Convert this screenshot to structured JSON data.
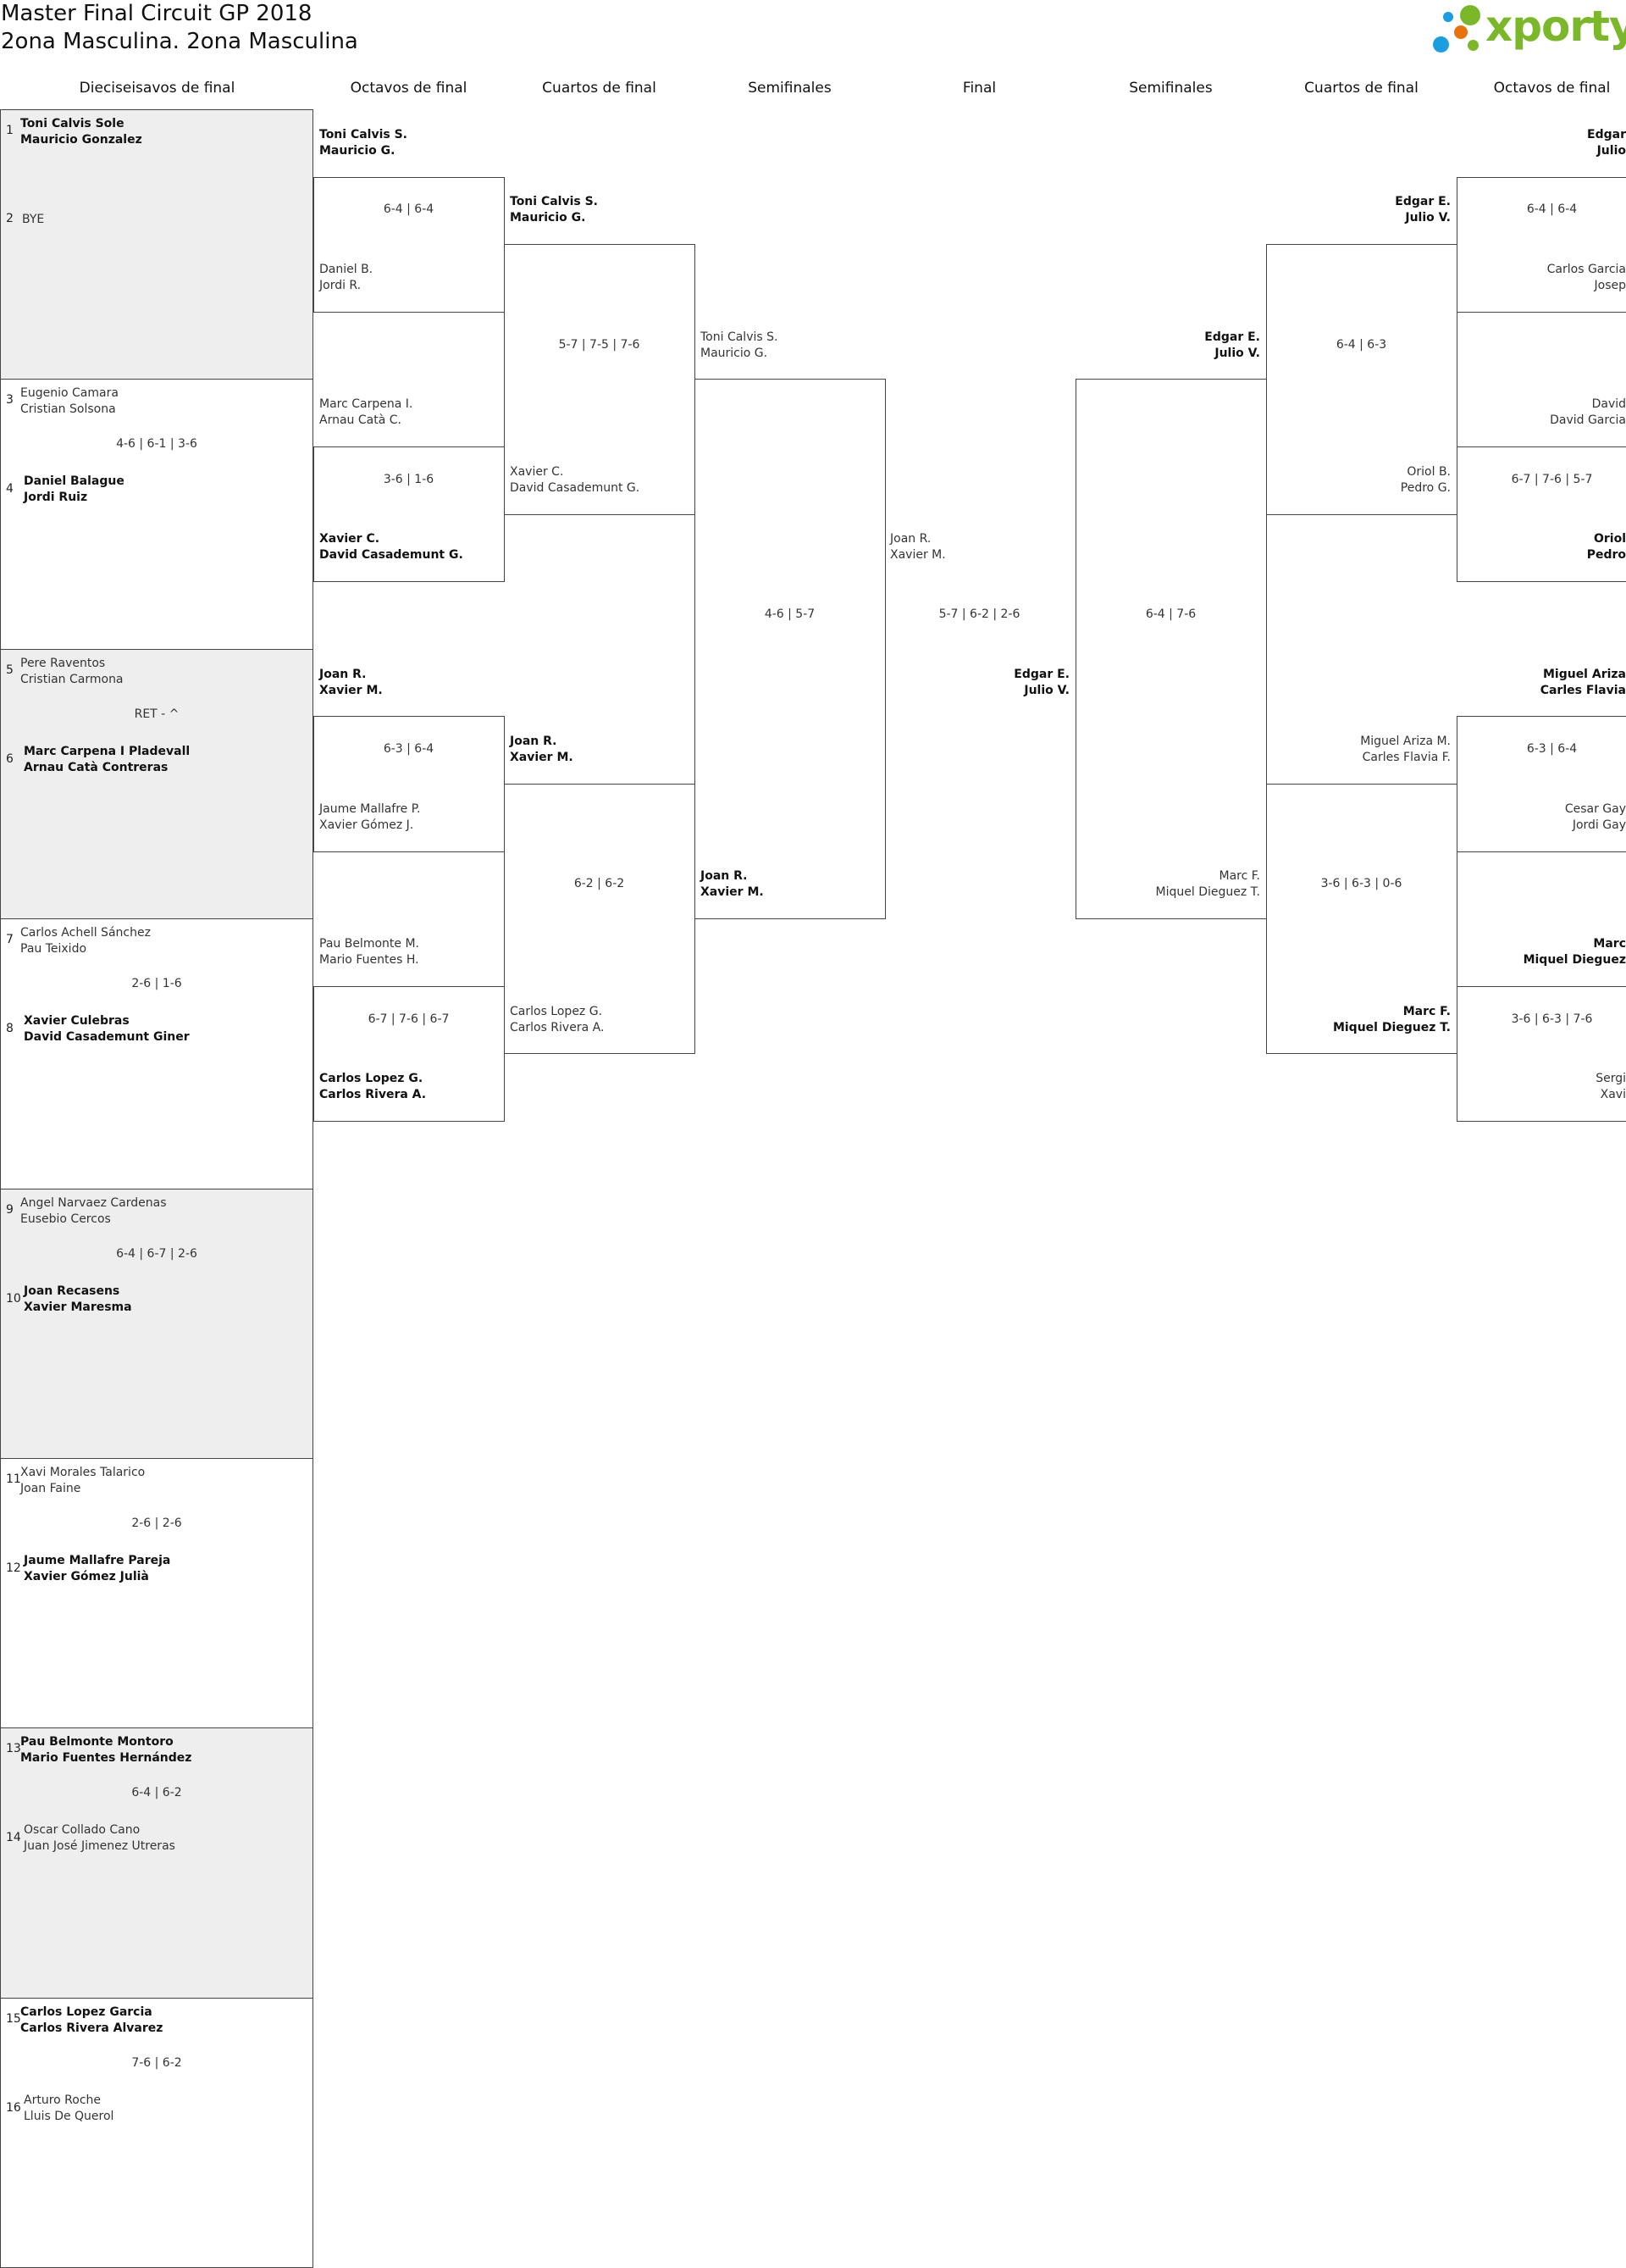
{
  "header": {
    "title": "Master Final Circuit GP 2018",
    "subtitle": "2ona Masculina. 2ona Masculina",
    "logo_text": "xporty",
    "logo_colors": {
      "green": "#7ab829",
      "blue": "#1a9ee0",
      "orange": "#e8720c"
    }
  },
  "columns": [
    "Dieciseisavos de final",
    "Octavos de final",
    "Cuartos de final",
    "Semifinales",
    "Final",
    "Semifinales",
    "Cuartos de final",
    "Octavos de final"
  ],
  "r32": [
    {
      "top": {
        "seed": "1",
        "names": [
          "Toni Calvis Sole",
          "Mauricio Gonzalez"
        ],
        "bold": true
      },
      "bottom": {
        "seed": "2",
        "names": [
          "BYE"
        ],
        "bold": false
      },
      "score": ""
    },
    {
      "top": {
        "seed": "3",
        "names": [
          "Eugenio Camara",
          "Cristian Solsona"
        ],
        "bold": false
      },
      "bottom": {
        "seed": "4",
        "names": [
          "Daniel Balague",
          "Jordi Ruiz"
        ],
        "bold": true
      },
      "score": "4-6 | 6-1 | 3-6"
    },
    {
      "top": {
        "seed": "5",
        "names": [
          "Pere Raventos",
          "Cristian Carmona"
        ],
        "bold": false
      },
      "bottom": {
        "seed": "6",
        "names": [
          "Marc Carpena I Pladevall",
          "Arnau Catà Contreras"
        ],
        "bold": true
      },
      "score": "RET - ^"
    },
    {
      "top": {
        "seed": "7",
        "names": [
          "Carlos Achell Sánchez",
          "Pau Teixido"
        ],
        "bold": false
      },
      "bottom": {
        "seed": "8",
        "names": [
          "Xavier Culebras",
          "David Casademunt Giner"
        ],
        "bold": true
      },
      "score": "2-6 | 1-6"
    },
    {
      "top": {
        "seed": "9",
        "names": [
          "Angel Narvaez Cardenas",
          "Eusebio Cercos"
        ],
        "bold": false
      },
      "bottom": {
        "seed": "10",
        "names": [
          "Joan Recasens",
          "Xavier Maresma"
        ],
        "bold": true
      },
      "score": "6-4 | 6-7 | 2-6"
    },
    {
      "top": {
        "seed": "11",
        "names": [
          "Xavi Morales Talarico",
          "Joan Faine"
        ],
        "bold": false
      },
      "bottom": {
        "seed": "12",
        "names": [
          "Jaume Mallafre Pareja",
          "Xavier Gómez Julià"
        ],
        "bold": true
      },
      "score": "2-6 | 2-6"
    },
    {
      "top": {
        "seed": "13",
        "names": [
          "Pau Belmonte Montoro",
          "Mario Fuentes Hernández"
        ],
        "bold": true
      },
      "bottom": {
        "seed": "14",
        "names": [
          "Oscar Collado Cano",
          "Juan José Jimenez Utreras"
        ],
        "bold": false
      },
      "score": "6-4 | 6-2"
    },
    {
      "top": {
        "seed": "15",
        "names": [
          "Carlos Lopez Garcia",
          "Carlos Rivera Alvarez"
        ],
        "bold": true
      },
      "bottom": {
        "seed": "16",
        "names": [
          "Arturo Roche",
          "Lluis De Querol"
        ],
        "bold": false
      },
      "score": "7-6 | 6-2"
    }
  ],
  "r16_left": [
    {
      "top": {
        "names": [
          "Toni Calvis S.",
          "Mauricio G."
        ],
        "bold": true
      },
      "score": "6-4 | 6-4",
      "bottom": {
        "names": [
          "Daniel B.",
          "Jordi R."
        ],
        "bold": false
      }
    },
    {
      "top": {
        "names": [
          "Marc Carpena I.",
          "Arnau Catà C."
        ],
        "bold": false
      },
      "score": "3-6 | 1-6",
      "bottom": {
        "names": [
          "Xavier C.",
          "David Casademunt G."
        ],
        "bold": true
      }
    },
    {
      "top": {
        "names": [
          "Joan R.",
          "Xavier M."
        ],
        "bold": true
      },
      "score": "6-3 | 6-4",
      "bottom": {
        "names": [
          "Jaume Mallafre P.",
          "Xavier Gómez J."
        ],
        "bold": false
      }
    },
    {
      "top": {
        "names": [
          "Pau Belmonte M.",
          "Mario Fuentes H."
        ],
        "bold": false
      },
      "score": "6-7 | 7-6 | 6-7",
      "bottom": {
        "names": [
          "Carlos Lopez G.",
          "Carlos Rivera A."
        ],
        "bold": true
      }
    }
  ],
  "qf_left": [
    {
      "top": {
        "names": [
          "Toni Calvis S.",
          "Mauricio G."
        ],
        "bold": true
      },
      "score": "5-7 | 7-5 | 7-6",
      "bottom": {
        "names": [
          "Xavier C.",
          "David Casademunt G."
        ],
        "bold": false
      }
    },
    {
      "top": {
        "names": [
          "Joan R.",
          "Xavier M."
        ],
        "bold": true
      },
      "score": "6-2 | 6-2",
      "bottom": {
        "names": [
          "Carlos Lopez G.",
          "Carlos Rivera A."
        ],
        "bold": false
      }
    }
  ],
  "sf_left": [
    {
      "top": {
        "names": [
          "Toni Calvis S.",
          "Mauricio G."
        ],
        "bold": false
      },
      "score": "4-6 | 5-7",
      "bottom": {
        "names": [
          "Joan R.",
          "Xavier M."
        ],
        "bold": true
      }
    }
  ],
  "final": {
    "top": {
      "names": [
        "Joan R.",
        "Xavier M."
      ],
      "bold": false
    },
    "score": "5-7 | 6-2 | 2-6",
    "bottom": {
      "names": [
        "Edgar E.",
        "Julio V."
      ],
      "bold": true
    }
  },
  "sf_right": [
    {
      "top": {
        "names": [
          "Edgar E.",
          "Julio V."
        ],
        "bold": true
      },
      "score": "6-4 | 7-6",
      "bottom": {
        "names": [
          "Marc F.",
          "Miquel Dieguez T."
        ],
        "bold": false
      }
    }
  ],
  "qf_right": [
    {
      "top": {
        "names": [
          "Edgar E.",
          "Julio V."
        ],
        "bold": true
      },
      "score": "6-4 | 6-3",
      "bottom": {
        "names": [
          "Oriol B.",
          "Pedro G."
        ],
        "bold": false
      }
    },
    {
      "top": {
        "names": [
          "Miguel Ariza M.",
          "Carles Flavia F."
        ],
        "bold": false
      },
      "score": "3-6 | 6-3 | 0-6",
      "bottom": {
        "names": [
          "Marc F.",
          "Miquel Dieguez T."
        ],
        "bold": true
      }
    }
  ],
  "r16_right": [
    {
      "top": {
        "names": [
          "Edgar",
          "Julio"
        ],
        "bold": true
      },
      "score": "6-4 | 6-4",
      "bottom": {
        "names": [
          "Carlos Garcia",
          "Josep"
        ],
        "bold": false
      }
    },
    {
      "top": {
        "names": [
          "David",
          "David Garcia"
        ],
        "bold": false
      },
      "score": "6-7 | 7-6 | 5-7",
      "bottom": {
        "names": [
          "Oriol",
          "Pedro"
        ],
        "bold": true
      }
    },
    {
      "top": {
        "names": [
          "Miguel Ariza",
          "Carles Flavia"
        ],
        "bold": true
      },
      "score": "6-3 | 6-4",
      "bottom": {
        "names": [
          "Cesar Gay",
          "Jordi Gay"
        ],
        "bold": false
      }
    },
    {
      "top": {
        "names": [
          "Marc",
          "Miquel Dieguez"
        ],
        "bold": true
      },
      "score": "3-6 | 6-3 | 7-6",
      "bottom": {
        "names": [
          "Sergi",
          "Xavi"
        ],
        "bold": false
      }
    }
  ]
}
